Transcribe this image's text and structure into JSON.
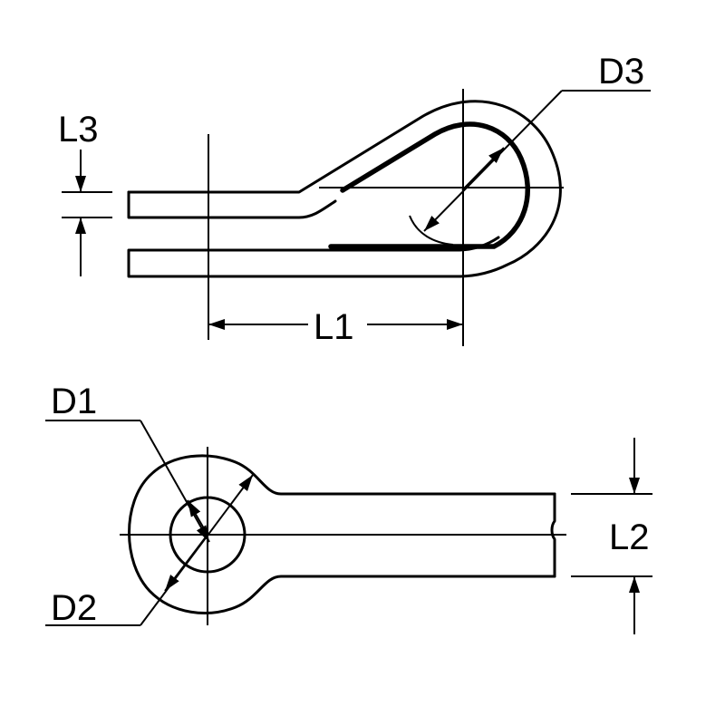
{
  "drawing": {
    "labels": {
      "l1": "L1",
      "l2": "L2",
      "l3": "L3",
      "d1": "D1",
      "d2": "D2",
      "d3": "D3"
    },
    "colors": {
      "line": "#000000",
      "background": "#ffffff"
    }
  }
}
